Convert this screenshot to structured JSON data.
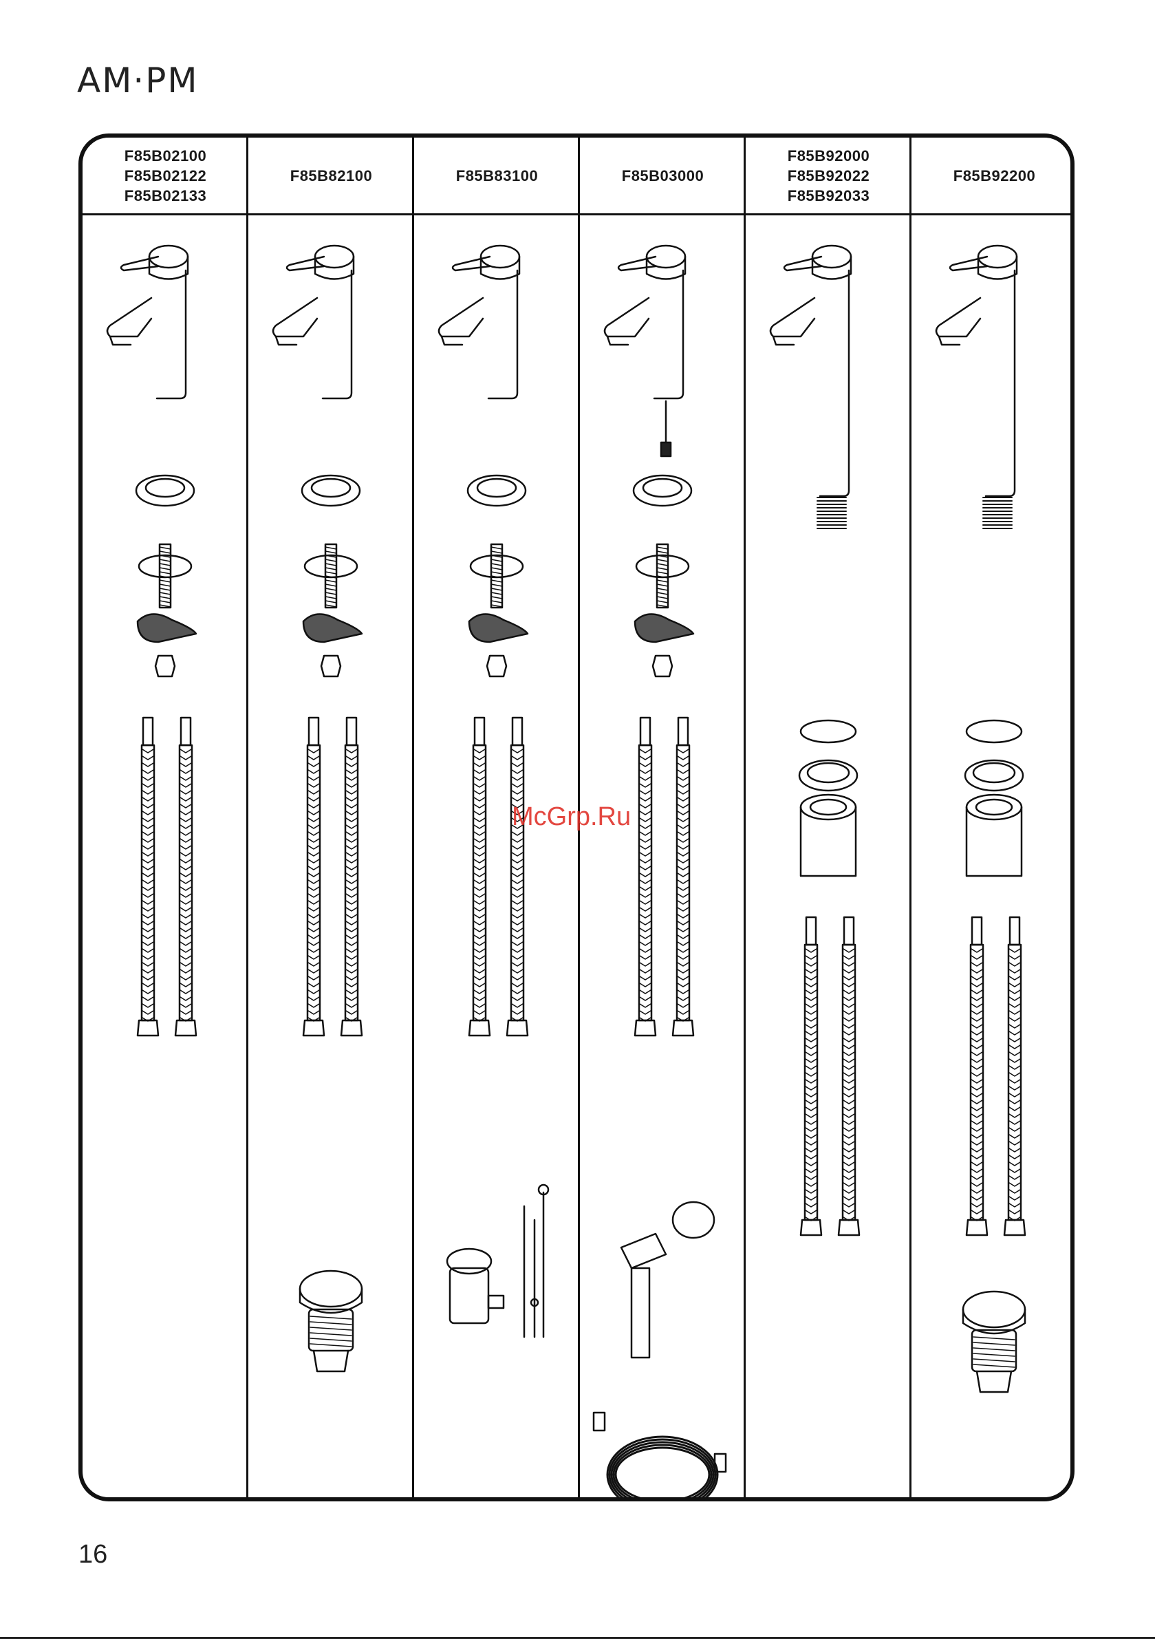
{
  "brand": "AM·PM",
  "columns": [
    {
      "codes": [
        "F85B02100",
        "F85B02122",
        "F85B02133"
      ]
    },
    {
      "codes": [
        "F85B82100"
      ]
    },
    {
      "codes": [
        "F85B83100"
      ]
    },
    {
      "codes": [
        "F85B03000"
      ]
    },
    {
      "codes": [
        "F85B92000",
        "F85B92022",
        "F85B92033"
      ]
    },
    {
      "codes": [
        "F85B92200"
      ]
    }
  ],
  "watermark": "McGrp.Ru",
  "page_number": "16"
}
